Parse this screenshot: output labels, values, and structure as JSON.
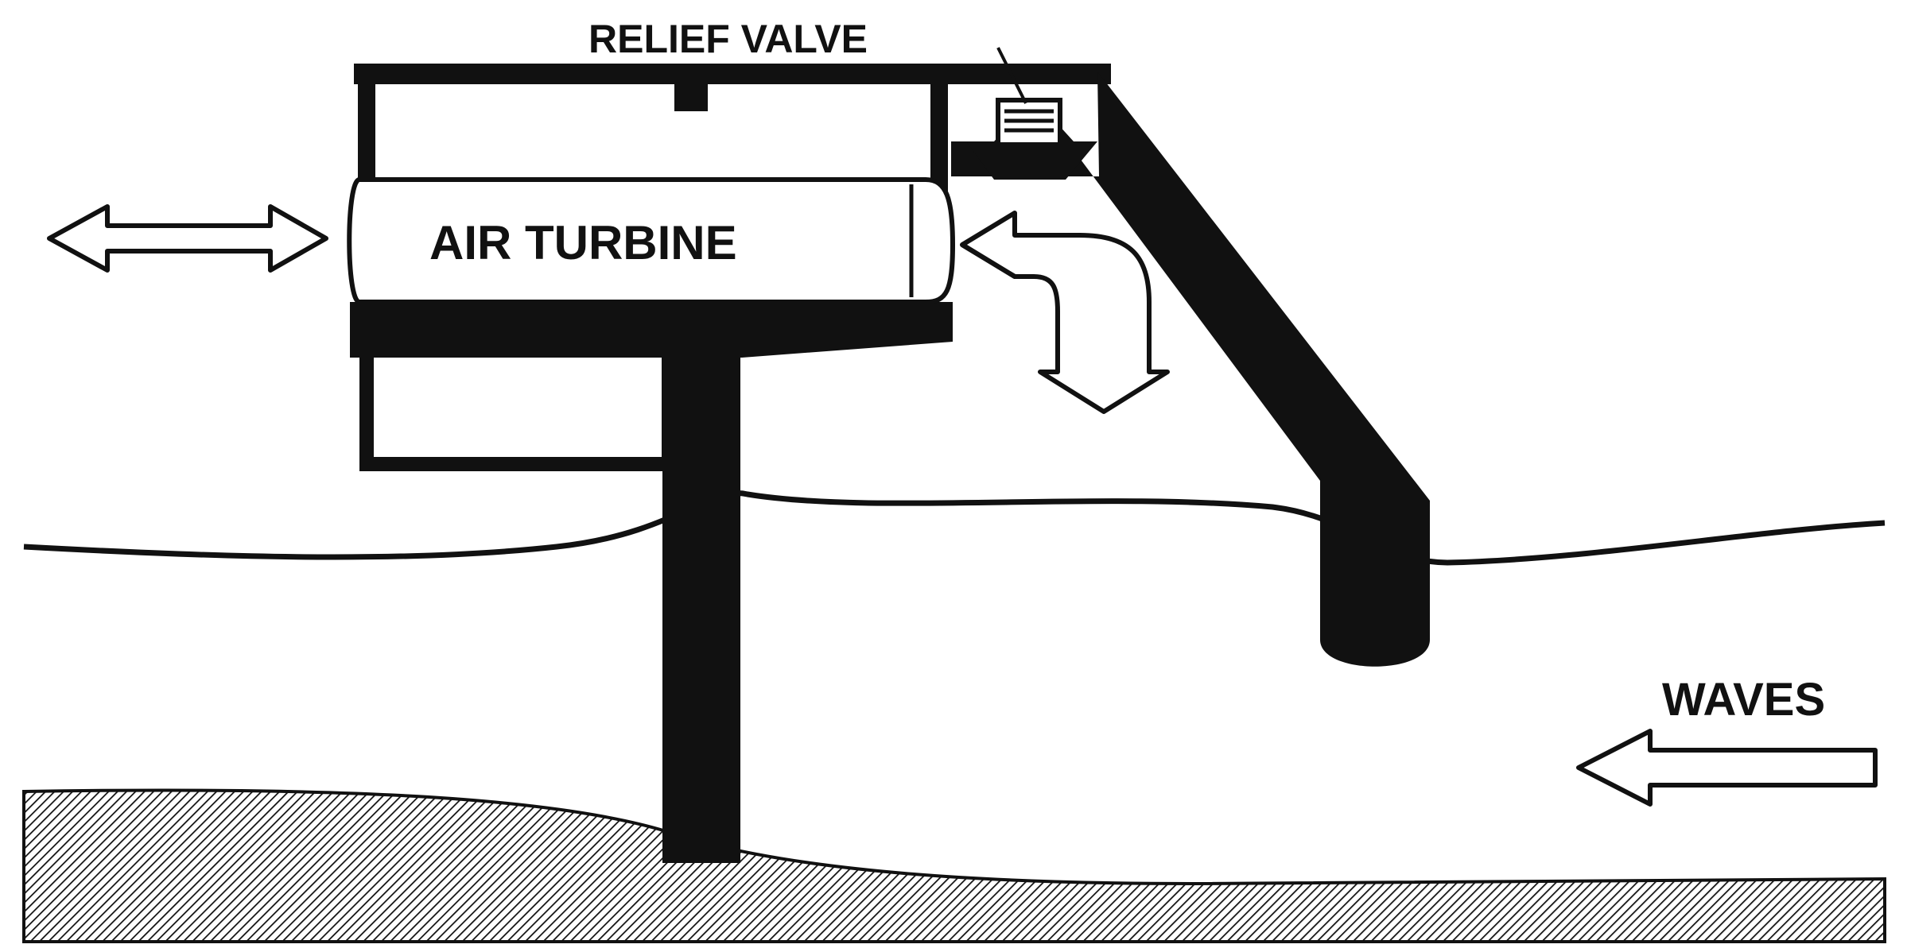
{
  "labels": {
    "relief_valve": "RELIEF VALVE",
    "air_turbine": "AIR TURBINE",
    "waves": "WAVES"
  },
  "colors": {
    "ink": "#111111",
    "background": "#ffffff"
  },
  "icons": {
    "left_arrow": "double-arrow-horizontal-icon",
    "right_arrow": "bent-double-arrow-icon",
    "waves_arrow": "left-arrow-icon",
    "seabed": "hatched-seabed"
  }
}
